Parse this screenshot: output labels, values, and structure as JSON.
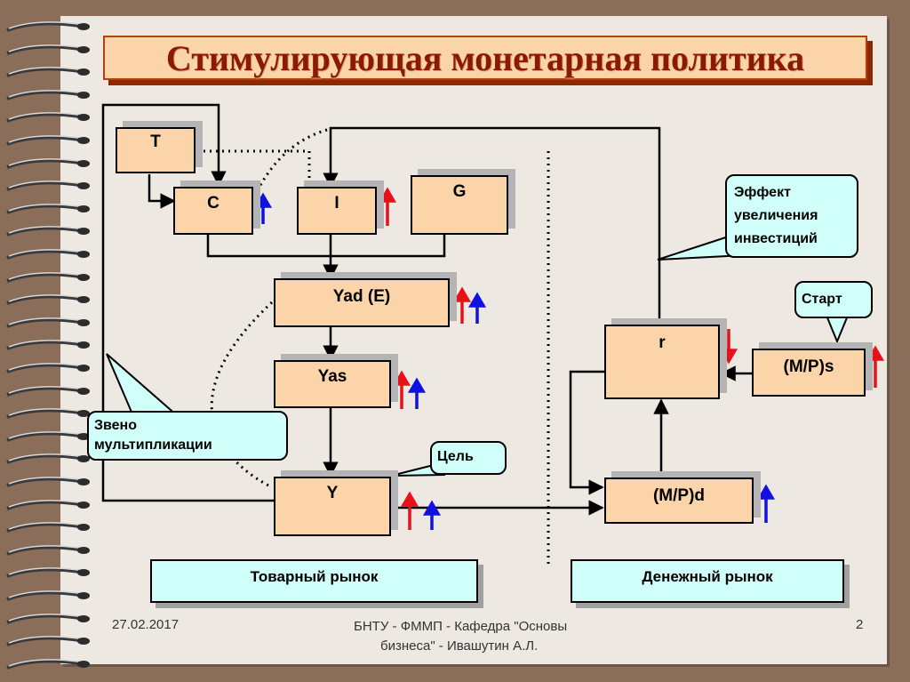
{
  "title": "Стимулирующая монетарная политика",
  "boxes": {
    "T": "T",
    "C": "C",
    "I": "I",
    "G": "G",
    "Yad": "Yad (E)",
    "Yas": "Yas",
    "Y": "Y",
    "r": "r",
    "MPs": "(M/P)s",
    "MPd": "(M/P)d"
  },
  "markets": {
    "goods": "Товарный рынок",
    "money": "Денежный рынок"
  },
  "callouts": {
    "multiplier": [
      "Звено",
      "мультипликации"
    ],
    "goal": "Цель",
    "investment_effect": [
      "Эффект",
      "увеличения",
      "инвестиций"
    ],
    "start": "Старт"
  },
  "arrow_colors": {
    "red": "#e8101a",
    "blue": "#1010e0"
  },
  "footer": {
    "date": "27.02.2017",
    "source": [
      "БНТУ - ФММП - Кафедра \"Основы",
      "бизнеса\" - Ивашутин А.Л."
    ],
    "page": "2"
  }
}
